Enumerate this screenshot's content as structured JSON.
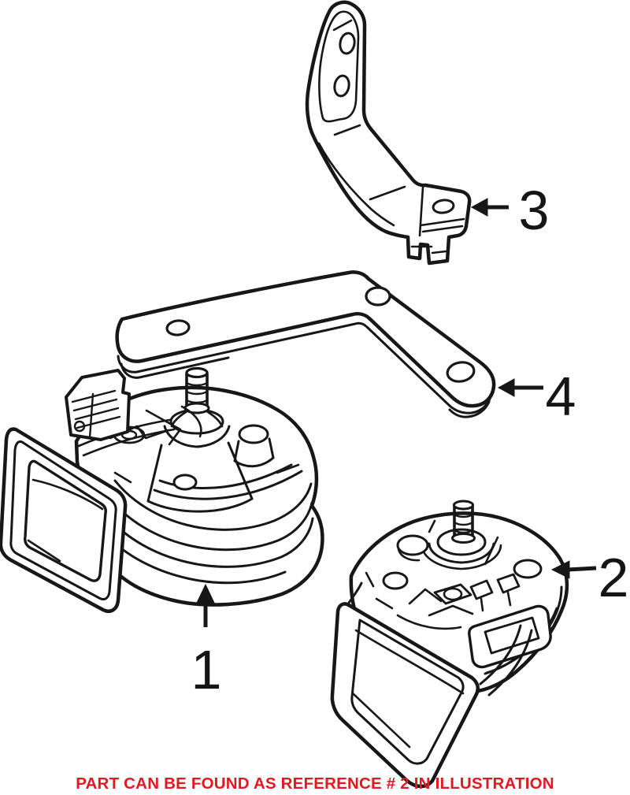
{
  "callouts": {
    "ref1": "1",
    "ref2": "2",
    "ref3": "3",
    "ref4": "4"
  },
  "caption": {
    "text": "PART CAN BE FOUND AS REFERENCE # 2 IN ILLUSTRATION"
  },
  "colors": {
    "background": "#ffffff",
    "line_art": "#171717",
    "caption_red": "#e01a20"
  }
}
